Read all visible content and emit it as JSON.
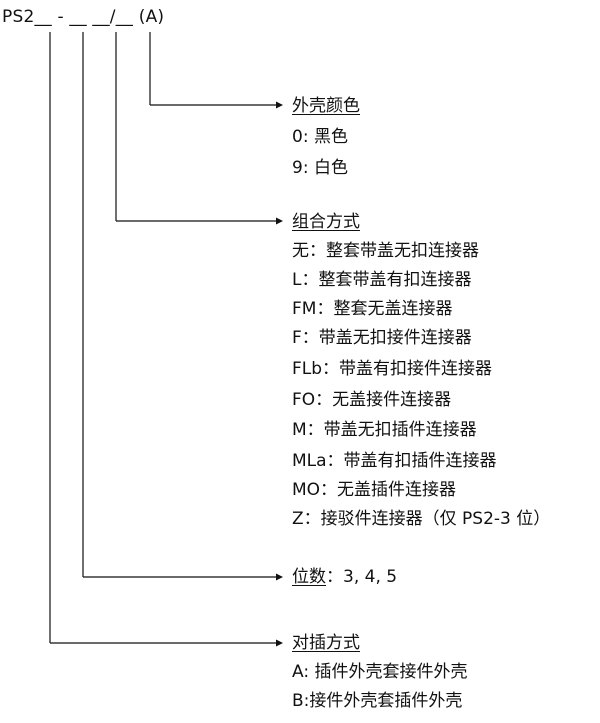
{
  "code": "PS2__ - __ __/__ (A)",
  "sections": [
    {
      "heading": "外壳颜色",
      "items": [
        "0:  黑色",
        "9:  白色"
      ]
    },
    {
      "heading": "组合方式",
      "items": [
        "无：整套带盖无扣连接器",
        "L：整套带盖有扣连接器",
        "FM：整套无盖连接器",
        "F：带盖无扣接件连接器",
        "FLb：带盖有扣接件连接器",
        "FO：无盖接件连接器",
        "M：带盖无扣插件连接器",
        "MLa：带盖有扣插件连接器",
        "MO：无盖插件连接器",
        "Z：接驳件连接器（仅 PS2-3 位）"
      ]
    },
    {
      "heading": "位数",
      "inline_value": "3, 4, 5"
    },
    {
      "heading": "对插方式",
      "items": [
        "A:  插件外壳套接件外壳",
        "B:接件外壳套插件外壳"
      ]
    }
  ],
  "colors": {
    "text": "#111111",
    "line": "#111111"
  }
}
